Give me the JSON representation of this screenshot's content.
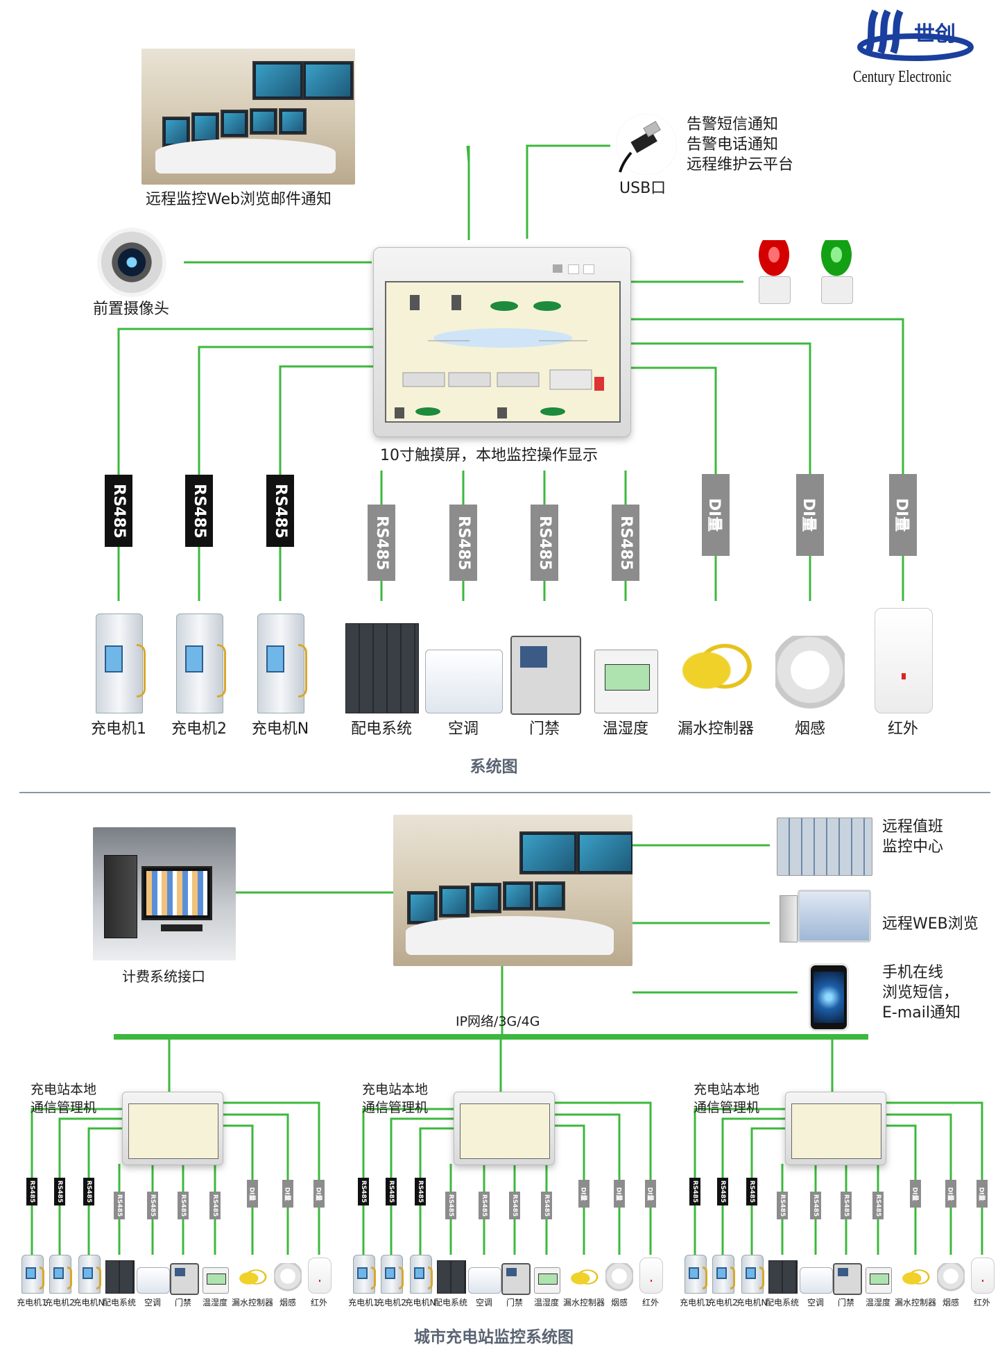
{
  "brand": {
    "name_cn": "世创",
    "name_en": "Century Electronic",
    "color": "#1a3f9e"
  },
  "system": {
    "remote_web": "远程监控Web浏览邮件通知",
    "usb_label": "USB口",
    "alerts": [
      "告警短信通知",
      "告警电话通知",
      "远程维护云平台"
    ],
    "camera_label": "前置摄像头",
    "touchscreen_label": "10寸触摸屏，本地监控操作显示",
    "devices": [
      "充电机1",
      "充电机2",
      "充电机N",
      "配电系统",
      "空调",
      "门禁",
      "温湿度",
      "漏水控制器",
      "烟感",
      "红外"
    ],
    "buses": [
      "RS485",
      "RS485",
      "RS485",
      "RS485",
      "RS485",
      "RS485",
      "RS485",
      "DI量",
      "DI量",
      "DI量"
    ],
    "caption": "系统图"
  },
  "city": {
    "billing_label": "计费系统接口",
    "duty_center": [
      "远程值班",
      "监控中心"
    ],
    "web_browse": "远程WEB浏览",
    "mobile": [
      "手机在线",
      "浏览短信，",
      "E-mail通知"
    ],
    "network_label": "IP网络/3G/4G",
    "station_label": [
      "充电站本地",
      "通信管理机"
    ],
    "devices": [
      "充电机1",
      "充电机2",
      "充电机N",
      "配电系统",
      "空调",
      "门禁",
      "温湿度",
      "漏水控制器",
      "烟感",
      "红外"
    ],
    "buses": [
      "RS485",
      "RS485",
      "RS485",
      "RS485",
      "RS485",
      "RS485",
      "RS485",
      "DI量",
      "DI量",
      "DI量"
    ],
    "caption": "城市充电站监控系统图"
  },
  "colors": {
    "wire": "#3cb83c",
    "tag_black": "#111111",
    "tag_gray": "#8c8c8c",
    "caption": "#5a6372"
  }
}
